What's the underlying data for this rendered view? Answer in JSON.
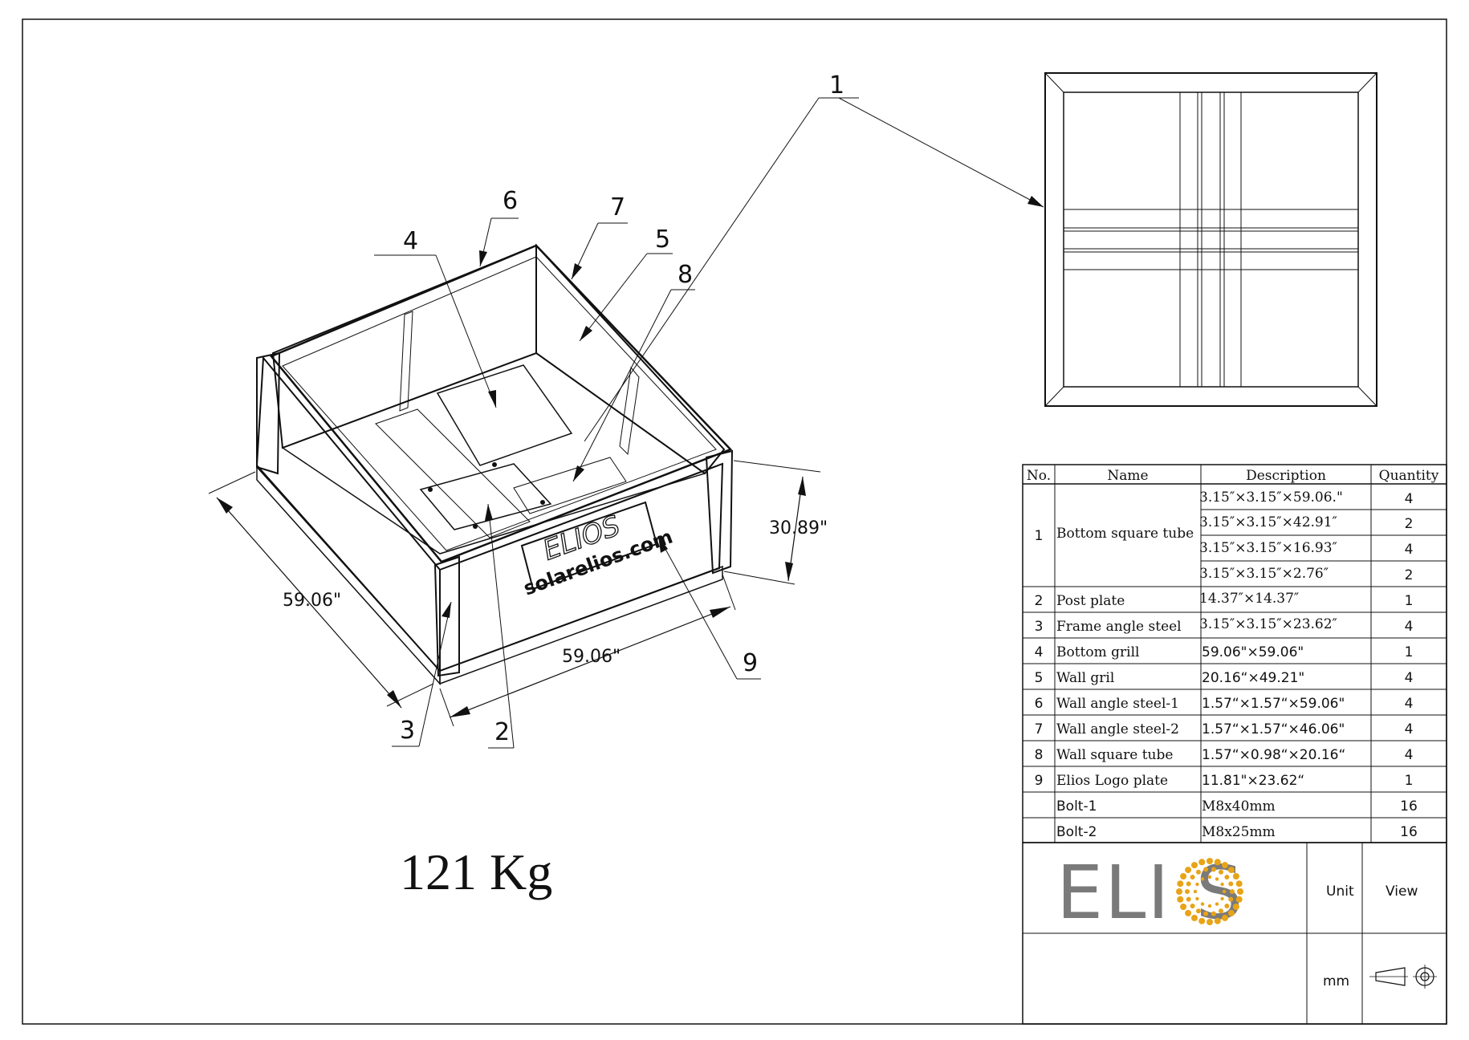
{
  "weight": "121 Kg",
  "dimensions": {
    "width_left": "59.06\"",
    "width_right": "59.06\"",
    "height": "30.89\""
  },
  "logo_plate": {
    "line1": "ELIOS",
    "line2": "solarelios.com"
  },
  "callouts": [
    "1",
    "2",
    "3",
    "4",
    "5",
    "6",
    "7",
    "8",
    "9"
  ],
  "bom": {
    "headers": [
      "No.",
      "Name",
      "Description",
      "Quantity"
    ],
    "item1": {
      "no": "1",
      "name": "Bottom square tube",
      "rows": [
        {
          "desc": "3.15″×3.15″×59.06.\"",
          "qty": "4"
        },
        {
          "desc": "3.15″×3.15″×42.91″",
          "qty": "2"
        },
        {
          "desc": "3.15″×3.15″×16.93″",
          "qty": "4"
        },
        {
          "desc": "3.15″×3.15″×2.76″",
          "qty": "2"
        }
      ]
    },
    "rows": [
      {
        "no": "2",
        "name": "Post plate",
        "desc": "14.37″×14.37″",
        "qty": "1"
      },
      {
        "no": "3",
        "name": "Frame angle steel",
        "desc": "3.15″×3.15″×23.62″",
        "qty": "4"
      },
      {
        "no": "4",
        "name": "Bottom grill",
        "desc": "59.06\"×59.06\"",
        "qty": "1"
      },
      {
        "no": "5",
        "name": "Wall gril",
        "desc": "20.16“×49.21\"",
        "qty": "4"
      },
      {
        "no": "6",
        "name": "Wall angle steel-1",
        "desc": "1.57“×1.57“×59.06\"",
        "qty": "4"
      },
      {
        "no": "7",
        "name": "Wall angle steel-2",
        "desc": "1.57“×1.57“×46.06\"",
        "qty": "4"
      },
      {
        "no": "8",
        "name": "Wall square tube",
        "desc": "1.57“×0.98“×20.16“",
        "qty": "4"
      },
      {
        "no": "9",
        "name": "Elios Logo plate",
        "desc": "11.81\"×23.62“",
        "qty": "1"
      },
      {
        "no": "",
        "name": "Bolt-1",
        "desc": "M8x40mm",
        "qty": "16"
      },
      {
        "no": "",
        "name": "Bolt-2",
        "desc": "M8x25mm",
        "qty": "16"
      }
    ]
  },
  "title_block": {
    "logo_text": "ELI S",
    "unit_label": "Unit",
    "view_label": "View",
    "unit_value": "mm"
  },
  "colors": {
    "logo_gray": "#7a7a7a",
    "logo_dots": "#e8a317"
  }
}
